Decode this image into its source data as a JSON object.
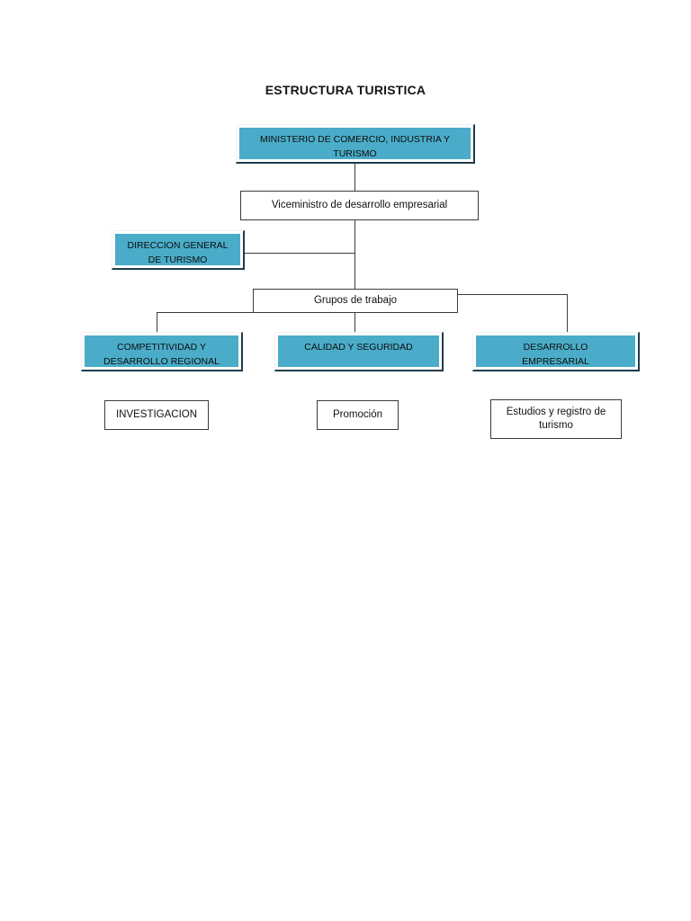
{
  "document": {
    "title": "ESTRUCTURA TURISTICA",
    "background_color": "#ffffff"
  },
  "theme": {
    "teal_fill": "#4aacc8",
    "teal_edge": "#1f3b4d",
    "line_color": "#3b3b3b",
    "text_color": "#111111"
  },
  "chart_data": {
    "type": "diagram",
    "subtype": "organizational-chart",
    "title": "ESTRUCTURA TURISTICA",
    "nodes": [
      {
        "id": "ministerio",
        "label": "MINISTERIO DE COMERCIO, INDUSTRIA Y\nTURISMO",
        "style": "teal",
        "level": 0,
        "note": "second line 'TURISMO' is clipped by the shape bounds"
      },
      {
        "id": "viceministro",
        "label": "Viceministro de desarrollo empresarial",
        "style": "plain",
        "level": 1
      },
      {
        "id": "direccion-general",
        "label": "DIRECCION GENERAL\nDE TURISMO",
        "style": "teal",
        "level": 2,
        "note": "second line 'DE TURISMO' is clipped by the shape bounds"
      },
      {
        "id": "grupos-trabajo",
        "label": "Grupos de trabajo",
        "style": "plain",
        "level": 3
      },
      {
        "id": "competitividad",
        "label": "COMPETITIVIDAD Y\nDESARROLLO REGIONAL",
        "style": "teal",
        "level": 4,
        "note": "second line 'DESARROLLO REGIONAL' is clipped by the shape bounds"
      },
      {
        "id": "calidad",
        "label": "CALIDAD Y SEGURIDAD",
        "style": "teal",
        "level": 4
      },
      {
        "id": "desarrollo-empresarial",
        "label": "DESARROLLO\nEMPRESARIAL",
        "style": "teal",
        "level": 4,
        "note": "second line 'EMPRESARIAL' is clipped by the shape bounds"
      },
      {
        "id": "investigacion",
        "label": "INVESTIGACION",
        "style": "plain",
        "level": 5
      },
      {
        "id": "promocion",
        "label": "Promoción",
        "style": "plain",
        "level": 5
      },
      {
        "id": "estudios",
        "label": "Estudios y registro de turismo",
        "style": "plain",
        "level": 5
      }
    ],
    "edges": [
      {
        "from": "ministerio",
        "to": "viceministro",
        "kind": "straight"
      },
      {
        "from": "viceministro",
        "to": "direccion-general",
        "kind": "elbow-left"
      },
      {
        "from": "viceministro",
        "to": "grupos-trabajo",
        "kind": "straight"
      },
      {
        "from": "grupos-trabajo",
        "to": "competitividad",
        "kind": "elbow-left"
      },
      {
        "from": "grupos-trabajo",
        "to": "calidad",
        "kind": "straight"
      },
      {
        "from": "grupos-trabajo",
        "to": "desarrollo-empresarial",
        "kind": "elbow-right"
      }
    ]
  }
}
